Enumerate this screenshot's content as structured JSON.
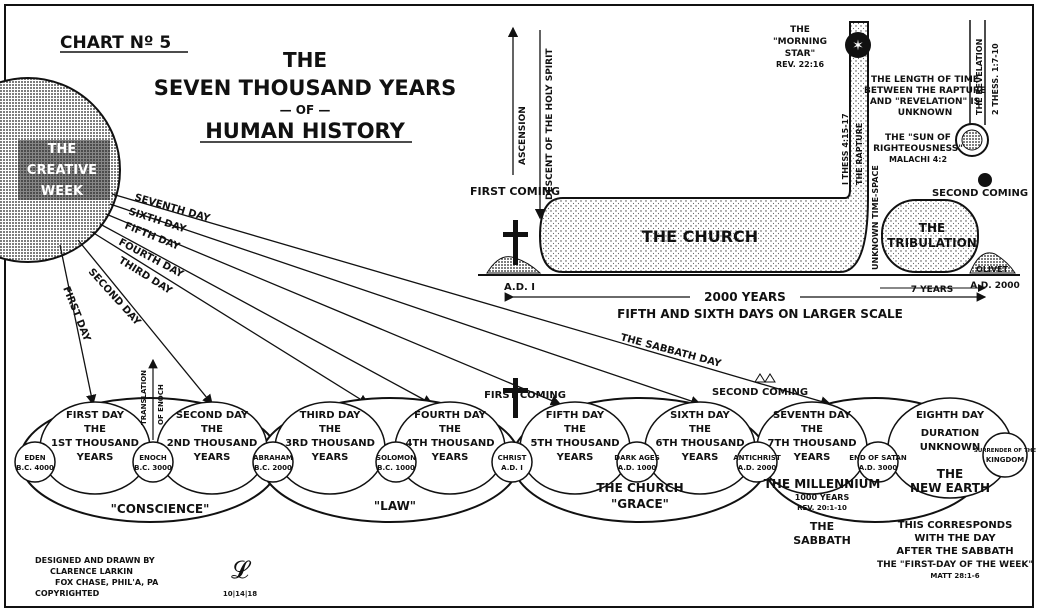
{
  "chart_label": "CHART Nº 5",
  "title": {
    "line1": "THE",
    "line2": "SEVEN THOUSAND YEARS",
    "line3": "— OF —",
    "line4": "HUMAN HISTORY"
  },
  "creative_week": [
    "THE",
    "CREATIVE",
    "WEEK"
  ],
  "rays": [
    "FIRST DAY",
    "SECOND DAY",
    "THIRD DAY",
    "FOURTH DAY",
    "FIFTH DAY",
    "SIXTH DAY",
    "SEVENTH DAY"
  ],
  "sabbath_day": "THE SABBATH DAY",
  "upper": {
    "ascension": "ASCENSION",
    "descent": "DESCENT OF THE HOLY SPIRIT",
    "first_coming": "FIRST COMING",
    "the_church": "THE CHURCH",
    "ad1": "A.D. I",
    "unknown_space": "UNKNOWN TIME-SPACE",
    "thess": "I THESS 4:15-17",
    "rapture": "THE RAPTURE",
    "morning_star": [
      "THE",
      "\"MORNING",
      "STAR\""
    ],
    "morning_star_ref": "REV. 22:16",
    "length_of_time": [
      "THE LENGTH OF TIME",
      "BETWEEN THE RAPTURE",
      "AND \"REVELATION\" IS",
      "UNKNOWN"
    ],
    "sun": [
      "THE \"SUN OF",
      "RIGHTEOUSNESS\""
    ],
    "malachi": "MALACHI 4:2",
    "revelation": "THE REVELATION",
    "thess2": "2 THESS. 1:7-10",
    "second_coming": "SECOND COMING",
    "tribulation": [
      "THE",
      "TRIBULATION"
    ],
    "olivet": "OLIVET",
    "ad2000": "A.D. 2000",
    "years2000": "2000 YEARS",
    "years7": "7 YEARS",
    "fifth_sixth": "FIFTH AND SIXTH DAYS ON LARGER SCALE"
  },
  "lower": {
    "days": [
      {
        "l1": "FIRST DAY",
        "l2": "THE",
        "l3": "1ST THOUSAND",
        "l4": "YEARS"
      },
      {
        "l1": "SECOND DAY",
        "l2": "THE",
        "l3": "2ND THOUSAND",
        "l4": "YEARS"
      },
      {
        "l1": "THIRD DAY",
        "l2": "THE",
        "l3": "3RD THOUSAND",
        "l4": "YEARS"
      },
      {
        "l1": "FOURTH DAY",
        "l2": "THE",
        "l3": "4TH THOUSAND",
        "l4": "YEARS"
      },
      {
        "l1": "FIFTH DAY",
        "l2": "THE",
        "l3": "5TH THOUSAND",
        "l4": "YEARS"
      },
      {
        "l1": "SIXTH DAY",
        "l2": "THE",
        "l3": "6TH THOUSAND",
        "l4": "YEARS"
      },
      {
        "l1": "SEVENTH DAY",
        "l2": "THE",
        "l3": "7TH THOUSAND",
        "l4": "YEARS"
      },
      {
        "l1": "EIGHTH DAY",
        "l2": "DURATION",
        "l3": "UNKNOWN",
        "l4": ""
      }
    ],
    "circles": [
      {
        "a": "EDEN",
        "b": "B.C. 4000"
      },
      {
        "a": "ENOCH",
        "b": "B.C. 3000"
      },
      {
        "a": "ABRAHAM",
        "b": "B.C. 2000"
      },
      {
        "a": "SOLOMON",
        "b": "B.C. 1000"
      },
      {
        "a": "CHRIST",
        "b": "A.D. I"
      },
      {
        "a": "DARK AGES",
        "b": "A.D. 1000"
      },
      {
        "a": "ANTICHRIST",
        "b": "A.D. 2000"
      },
      {
        "a": "END OF SATAN",
        "b": "A.D. 3000"
      },
      {
        "a": "SURRENDER OF THE",
        "b": "KINGDOM"
      }
    ],
    "translation": [
      "TRANSLATION",
      "OF ENOCH"
    ],
    "conscience": "\"CONSCIENCE\"",
    "law": "\"LAW\"",
    "church": "THE CHURCH",
    "grace": "\"GRACE\"",
    "millennium": "THE MILLENNIUM",
    "millennium_years": "1000 YEARS",
    "millennium_ref": "REV. 20:1-10",
    "new_earth": [
      "THE",
      "NEW EARTH"
    ],
    "sabbath": [
      "THE",
      "SABBATH"
    ],
    "corresponds": [
      "THIS CORRESPONDS",
      "WITH THE DAY",
      "AFTER THE SABBATH",
      "THE \"FIRST-DAY OF THE WEEK\""
    ],
    "matt": "MATT 28:1-6",
    "first_coming": "FIRST COMING",
    "second_coming": "SECOND COMING"
  },
  "credit": [
    "DESIGNED AND DRAWN BY",
    "CLARENCE LARKIN",
    "FOX CHASE, PHIL'A, PA",
    "COPYRIGHTED"
  ],
  "date": "10|14|18"
}
